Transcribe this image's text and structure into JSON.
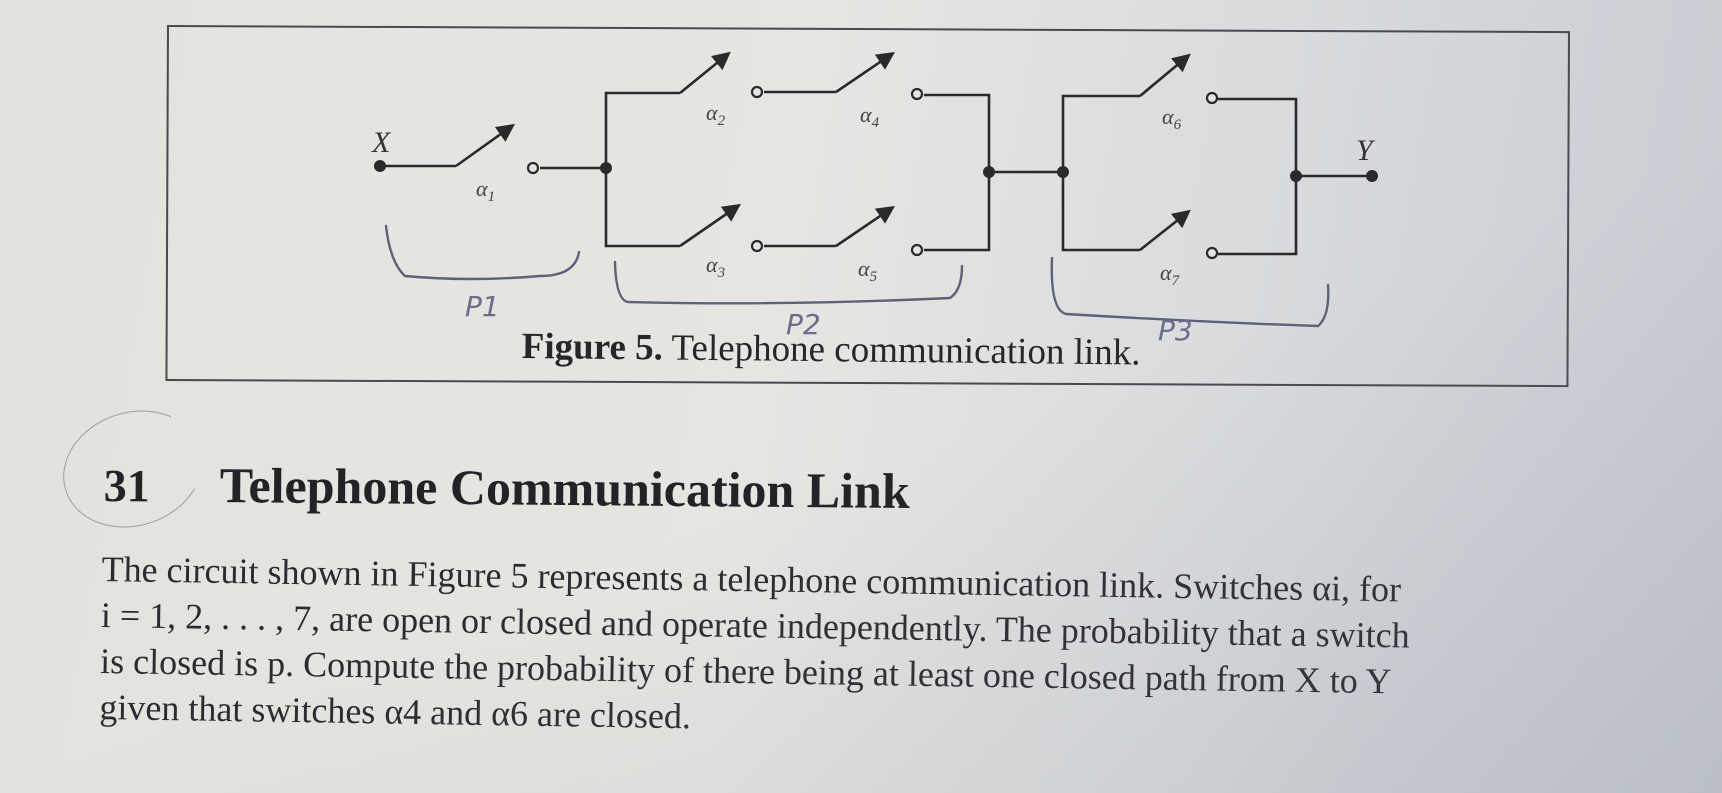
{
  "figure": {
    "caption_label": "Figure 5.",
    "caption_text": "Telephone communication link.",
    "nodes": {
      "start": "X",
      "end": "Y"
    },
    "switches": [
      "α1",
      "α2",
      "α3",
      "α4",
      "α5",
      "α6",
      "α7"
    ],
    "switch_base": "α",
    "switch_indices": [
      "1",
      "2",
      "3",
      "4",
      "5",
      "6",
      "7"
    ],
    "handwritten": [
      "P1",
      "P2",
      "P3"
    ]
  },
  "problem": {
    "number": "31",
    "title": "Telephone Communication Link",
    "lines": [
      "The circuit shown in Figure 5 represents a telephone communication link. Switches αi, for",
      "i = 1, 2, . . . , 7, are open or closed and operate independently. The probability that a switch",
      "is closed is p. Compute the probability of there being at least one closed path from X to Y",
      "given that switches α4 and α6 are closed."
    ]
  }
}
